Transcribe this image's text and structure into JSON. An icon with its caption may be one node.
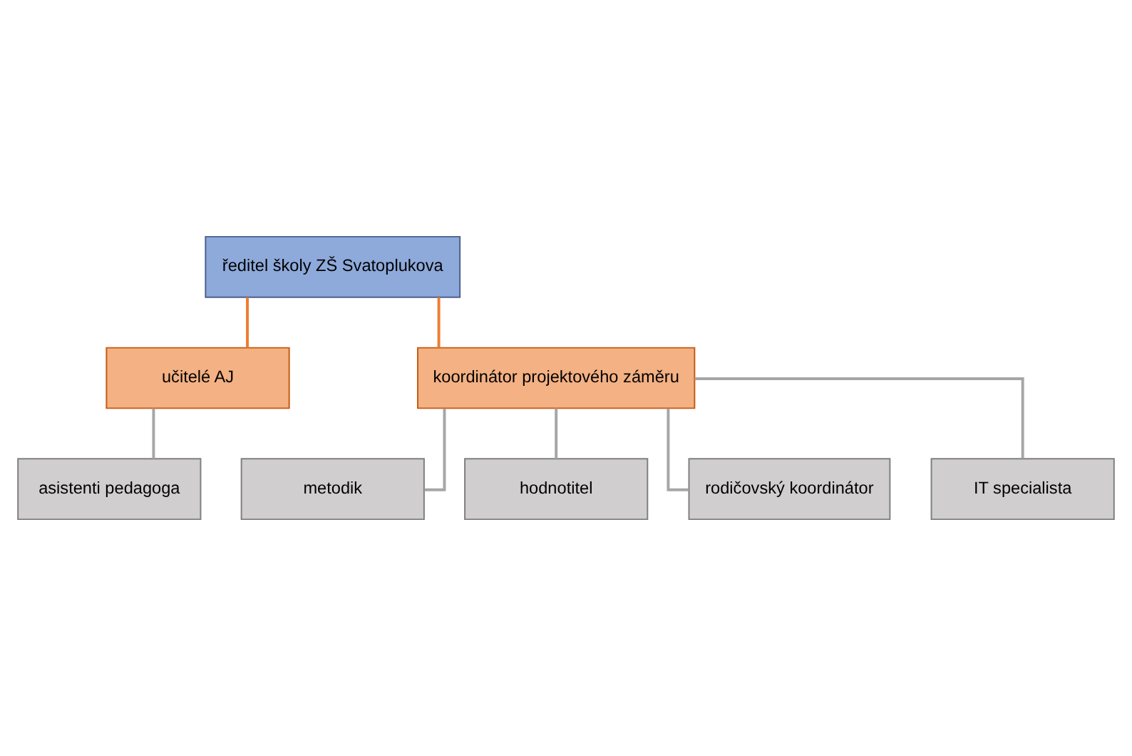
{
  "diagram": {
    "nodes": [
      {
        "text": [
          "ředitel školy ZŠ Svatoplukova"
        ]
      },
      {
        "text": [
          "učitelé AJ"
        ]
      },
      {
        "text": [
          "koordinátor projektového záměru"
        ]
      },
      {
        "text": [
          "asistenti pedagoga"
        ]
      },
      {
        "text": [
          "metodik"
        ]
      },
      {
        "text": [
          "hodnotitel"
        ]
      },
      {
        "text": [
          "rodičovský koordinátor"
        ]
      },
      {
        "text": [
          "IT specialista"
        ]
      }
    ],
    "edges": [
      {
        "from": 0,
        "to": 1,
        "arrow": "none",
        "color": "#ed7d31"
      },
      {
        "from": 0,
        "to": 2,
        "arrow": "none",
        "color": "#ed7d31"
      },
      {
        "from": 1,
        "to": 3,
        "arrow": "none"
      },
      {
        "from": 2,
        "to": 4,
        "arrow": "none"
      },
      {
        "from": 2,
        "to": 5,
        "arrow": "none"
      },
      {
        "from": 2,
        "to": 6,
        "arrow": "none"
      },
      {
        "from": 2,
        "to": 7,
        "arrow": "none"
      }
    ]
  }
}
